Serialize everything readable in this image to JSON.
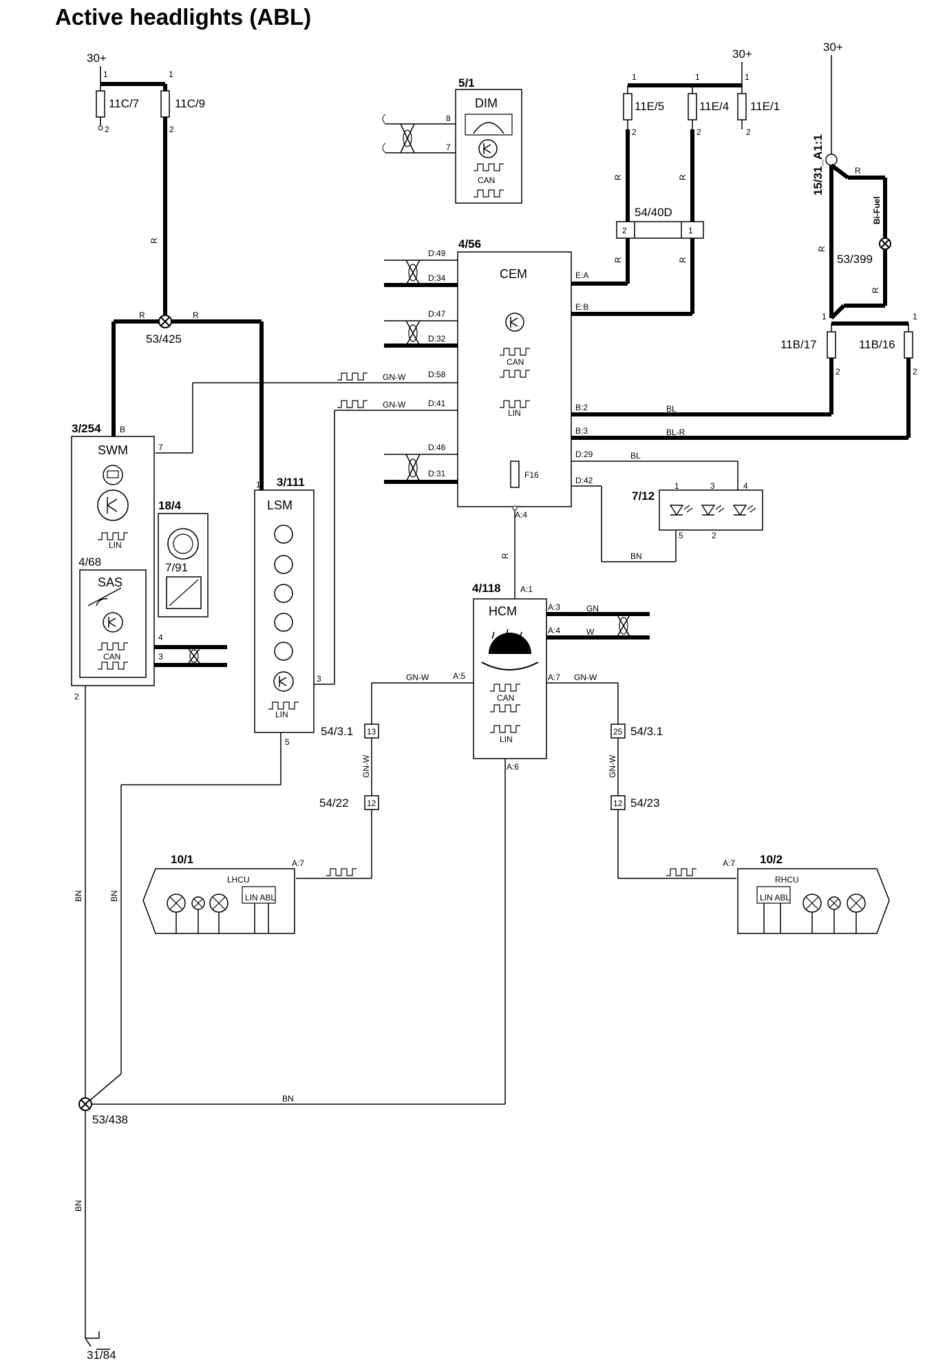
{
  "title": "Active headlights (ABL)",
  "supply": {
    "s1": "30+",
    "s2": "30+",
    "s3": "30+"
  },
  "fuses": {
    "f11c7": "11C/7",
    "f11c9": "11C/9",
    "f11e5": "11E/5",
    "f11e4": "11E/4",
    "f11e1": "11E/1",
    "f11b17": "11B/17",
    "f11b16": "11B/16",
    "f16": "F16"
  },
  "connectors": {
    "c54_40d": "54/40D",
    "c53_425": "53/425",
    "c53_399": "53/399",
    "c15_31": "15/31_A1:1",
    "bifuel": "Bi-Fuel",
    "c54_31a": "54/3.1",
    "c54_31b": "54/3.1",
    "c54_22": "54/22",
    "c54_23": "54/23",
    "c53_438": "53/438",
    "c31_84": "31/84"
  },
  "components": {
    "dim_id": "5/1",
    "dim": "DIM",
    "cem_id": "4/56",
    "cem": "CEM",
    "swm_id": "3/254",
    "swm": "SWM",
    "c18_4": "18/4",
    "c7_91": "7/91",
    "sas_id": "4/68",
    "sas": "SAS",
    "lsm_id": "3/111",
    "lsm": "LSM",
    "c7_12": "7/12",
    "hcm_id": "4/118",
    "hcm": "HCM",
    "lhcu_id": "10/1",
    "lhcu": "LHCU",
    "rhcu_id": "10/2",
    "rhcu": "RHCU",
    "can": "CAN",
    "lin": "LIN",
    "linabl": "LIN ABL"
  },
  "wires": {
    "r": "R",
    "gnw": "GN-W",
    "bl": "BL",
    "blr": "BL-R",
    "bn": "BN",
    "gn": "GN",
    "w": "W"
  },
  "pins": {
    "p1": "1",
    "p2": "2",
    "p3": "3",
    "p4": "4",
    "p5": "5",
    "p7": "7",
    "p8": "8",
    "p12": "12",
    "p13": "13",
    "p25": "25",
    "d49": "D:49",
    "d34": "D:34",
    "d47": "D:47",
    "d32": "D:32",
    "d58": "D:58",
    "d41": "D:41",
    "d46": "D:46",
    "d31": "D:31",
    "d29": "D:29",
    "d42": "D:42",
    "ea": "E:A",
    "eb": "E:B",
    "b2": "B:2",
    "b3": "B:3",
    "a1": "A:1",
    "a3": "A:3",
    "a4": "A:4",
    "a5": "A:5",
    "a6": "A:6",
    "a7": "A:7",
    "pb": "B"
  }
}
